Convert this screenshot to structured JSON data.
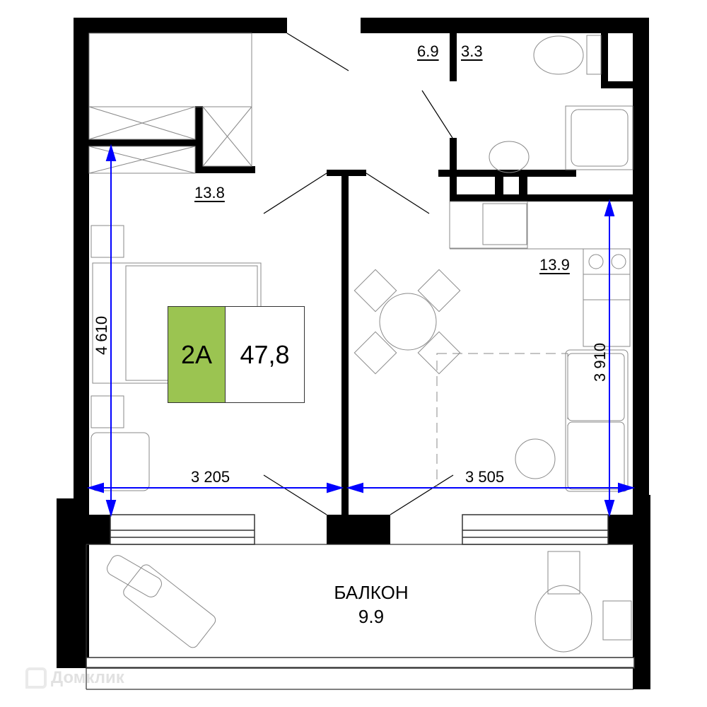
{
  "plan": {
    "apartment_type": "2A",
    "total_area": "47,8",
    "rooms": [
      {
        "id": "bedroom",
        "area": "13.8"
      },
      {
        "id": "hall",
        "area": "6.9"
      },
      {
        "id": "bathroom",
        "area": "3.3"
      },
      {
        "id": "kitchen-living",
        "area": "13.9"
      }
    ],
    "balcony": {
      "label": "БАЛКОН",
      "area": "9.9"
    },
    "dimensions": {
      "bedroom_width": "3 205",
      "kitchen_width": "3 505",
      "bedroom_length": "4 610",
      "kitchen_length": "3 910"
    },
    "colors": {
      "badge_green": "#9bc451",
      "dimension_blue": "#0000ff",
      "wall": "#000000",
      "furniture": "#8a8a8a"
    }
  },
  "watermark": {
    "text": "Домклик",
    "icon": "house-logo-icon"
  }
}
